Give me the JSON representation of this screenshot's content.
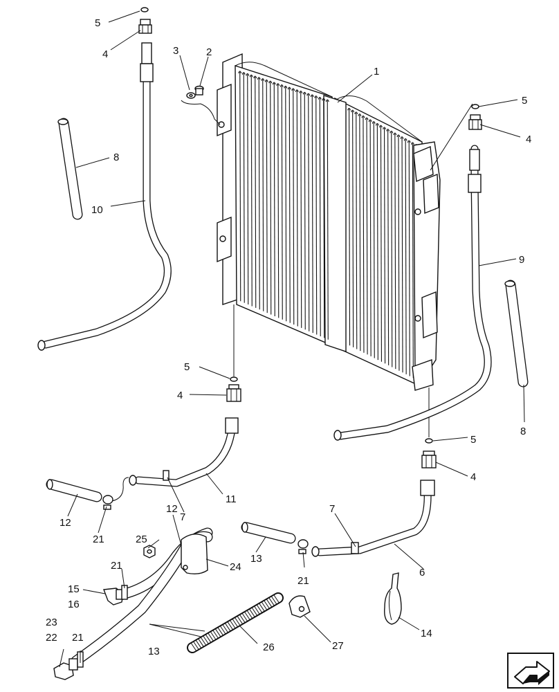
{
  "diagram": {
    "callouts": {
      "c1": "1",
      "c2": "2",
      "c3": "3",
      "c4a": "4",
      "c4b": "4",
      "c4c": "4",
      "c4d": "4",
      "c5a": "5",
      "c5b": "5",
      "c5c": "5",
      "c5d": "5",
      "c6": "6",
      "c7a": "7",
      "c7b": "7",
      "c8a": "8",
      "c8b": "8",
      "c9": "9",
      "c10": "10",
      "c11": "11",
      "c12a": "12",
      "c12b": "12",
      "c13a": "13",
      "c13b": "13",
      "c14": "14",
      "c15": "15",
      "c16": "16",
      "c21a": "21",
      "c21b": "21",
      "c21c": "21",
      "c21d": "21",
      "c22": "22",
      "c23": "23",
      "c24": "24",
      "c25": "25",
      "c26": "26",
      "c27": "27"
    }
  },
  "nav": {
    "icon": "next-page-arrow-icon"
  }
}
